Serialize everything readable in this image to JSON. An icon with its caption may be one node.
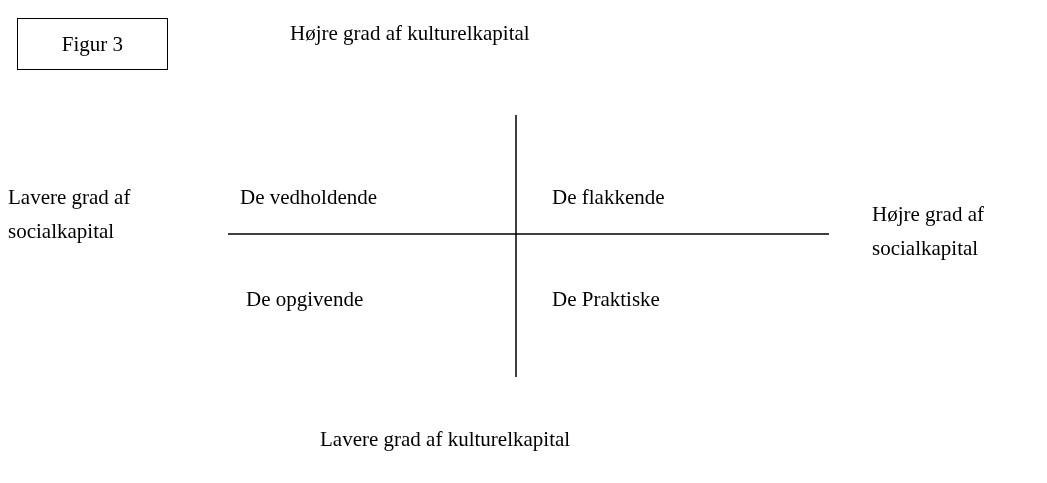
{
  "diagram": {
    "nodes": [
      {
        "text": [
          "Figur 3"
        ]
      }
    ],
    "labels": [
      "Højre grad af kulturelkapital",
      "Lavere grad af socialkapital",
      "De vedholdende",
      "De flakkende",
      "Højre grad af socialkapital",
      "De opgivende",
      "De Praktiske",
      "Lavere grad af kulturelkapital"
    ]
  }
}
